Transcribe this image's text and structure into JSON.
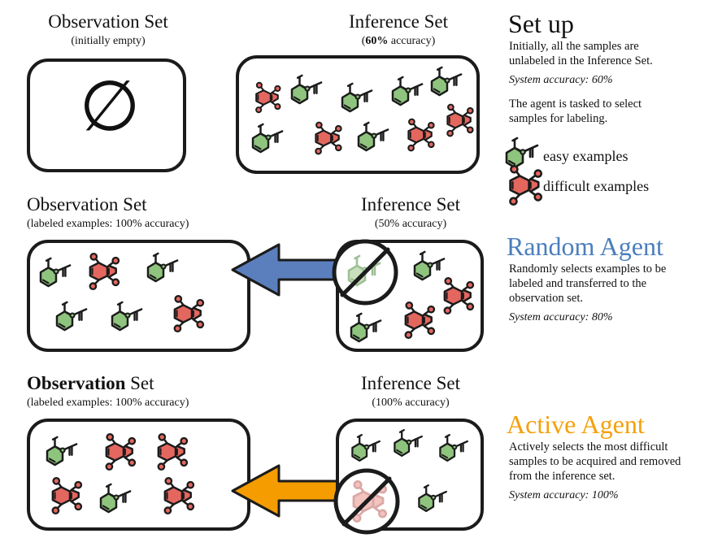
{
  "title": "Active learning agent comparison diagram",
  "colors": {
    "easy_fill": "#8fc47e",
    "difficult_fill": "#e4675f",
    "stroke": "#1b1b1b",
    "random_arrow": "#5b7fbd",
    "active_arrow": "#f59c00",
    "random_heading": "#4a7ebb",
    "active_heading": "#f5a00a",
    "faded_easy_fill": "#c9e0bf",
    "faded_difficult_fill": "#f3c3bf"
  },
  "rows": [
    {
      "id": "setup",
      "observation": {
        "title": "Observation Set",
        "title_bold_prefix": "",
        "subtitle": "(initially empty)",
        "empty_symbol": "∅",
        "molecules": []
      },
      "inference": {
        "title": "Inference Set",
        "subtitle_prefix": "(",
        "subtitle_bold": "60%",
        "subtitle_suffix": " accuracy)",
        "molecules": [
          "difficult",
          "easy",
          "easy",
          "easy",
          "easy",
          "easy",
          "difficult",
          "easy",
          "difficult",
          "difficult"
        ]
      },
      "arrow": null,
      "panel": {
        "heading": "Set up",
        "heading_color": "black",
        "body": "Initially, all the samples are unlabeled in the Inference Set.",
        "accuracy": "System accuracy: 60%",
        "body2": "The agent is tasked to select samples for labeling.",
        "legend": [
          {
            "type": "easy",
            "label": "easy examples"
          },
          {
            "type": "difficult",
            "label": "difficult examples"
          }
        ]
      }
    },
    {
      "id": "random",
      "observation": {
        "title": "Observation Set",
        "title_bold_prefix": "",
        "subtitle": "(labeled examples: 100% accuracy)",
        "molecules": [
          "easy",
          "difficult",
          "easy",
          "easy",
          "easy",
          "difficult"
        ]
      },
      "inference": {
        "title": "Inference Set",
        "subtitle_prefix": "(",
        "subtitle_bold": "",
        "subtitle_plain": "(50% accuracy)",
        "removed_type": "easy",
        "molecules": [
          "easy",
          "difficult",
          "difficult",
          "easy"
        ]
      },
      "arrow": {
        "color": "#5b7fbd",
        "direction": "left"
      },
      "panel": {
        "heading": "Random Agent",
        "heading_color": "blue",
        "body": "Randomly selects examples to be labeled and transferred to the observation set.",
        "accuracy": "System accuracy: 80%"
      }
    },
    {
      "id": "active",
      "observation": {
        "title": "Observation Set",
        "title_bold_prefix": "Observation",
        "title_rest": " Set",
        "subtitle": "(labeled examples: 100% accuracy)",
        "molecules": [
          "easy",
          "difficult",
          "difficult",
          "difficult",
          "easy",
          "difficult"
        ]
      },
      "inference": {
        "title": "Inference Set",
        "subtitle_plain": "(100% accuracy)",
        "removed_type": "difficult",
        "molecules": [
          "easy",
          "easy",
          "easy",
          "easy"
        ]
      },
      "arrow": {
        "color": "#f59c00",
        "direction": "left"
      },
      "panel": {
        "heading": "Active Agent",
        "heading_color": "orange",
        "body": "Actively selects the most difficult samples to be acquired and removed from the inference set.",
        "accuracy": "System accuracy: 100%"
      }
    }
  ]
}
